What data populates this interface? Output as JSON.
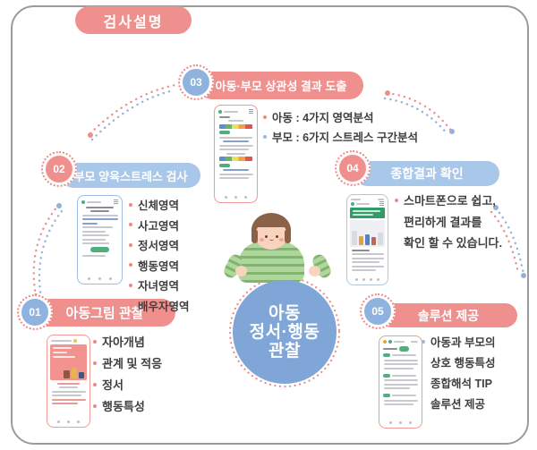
{
  "page": {
    "badge": "검사설명"
  },
  "center": {
    "line1": "아동",
    "line2": "정서·행동",
    "line3": "관찰"
  },
  "steps": [
    {
      "number": "01",
      "title": "아동그림 관찰",
      "bullets": [
        "자아개념",
        "관계 및 적응",
        "정서",
        "행동특성"
      ]
    },
    {
      "number": "02",
      "title": "부모 양육스트레스 검사",
      "bullets": [
        "신체영역",
        "사고영역",
        "정서영역",
        "행동영역",
        "자녀영역",
        "배우자영역"
      ]
    },
    {
      "number": "03",
      "title": "아동·부모 상관성 결과 도출",
      "bullets": [
        "아동 : 4가지 영역분석",
        "부모 : 6가지 스트레스 구간분석"
      ]
    },
    {
      "number": "04",
      "title": "종합결과 확인",
      "bullets": [
        "스마트폰으로 쉽고,",
        "편리하게 결과를",
        "확인 할 수 있습니다."
      ]
    },
    {
      "number": "05",
      "title": "솔루션 제공",
      "bullets": [
        "아동과 부모의",
        "상호 행동특성",
        "종합해석 TIP",
        "솔루션 제공"
      ]
    }
  ],
  "colors": {
    "pink": "#F0908E",
    "blue_pill": "#A9C7E9",
    "blue_circle": "#8FB3DE",
    "center_circle": "#7FA6D6",
    "dot_red": "#EC8B86",
    "dot_blue": "#9DB8DC",
    "text": "#3F3F3F"
  }
}
